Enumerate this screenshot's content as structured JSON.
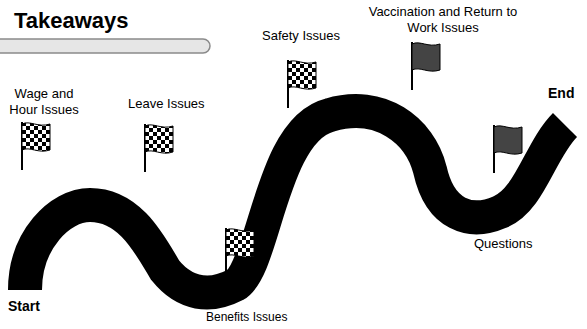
{
  "diagram": {
    "title": "Takeaways",
    "labels": [
      "Wage and Hour Issues",
      "Leave Issues",
      "Safety Issues",
      "Vaccination and Return to Work Issues",
      "End",
      "Questions",
      "Start",
      "Benefits Issues"
    ]
  }
}
